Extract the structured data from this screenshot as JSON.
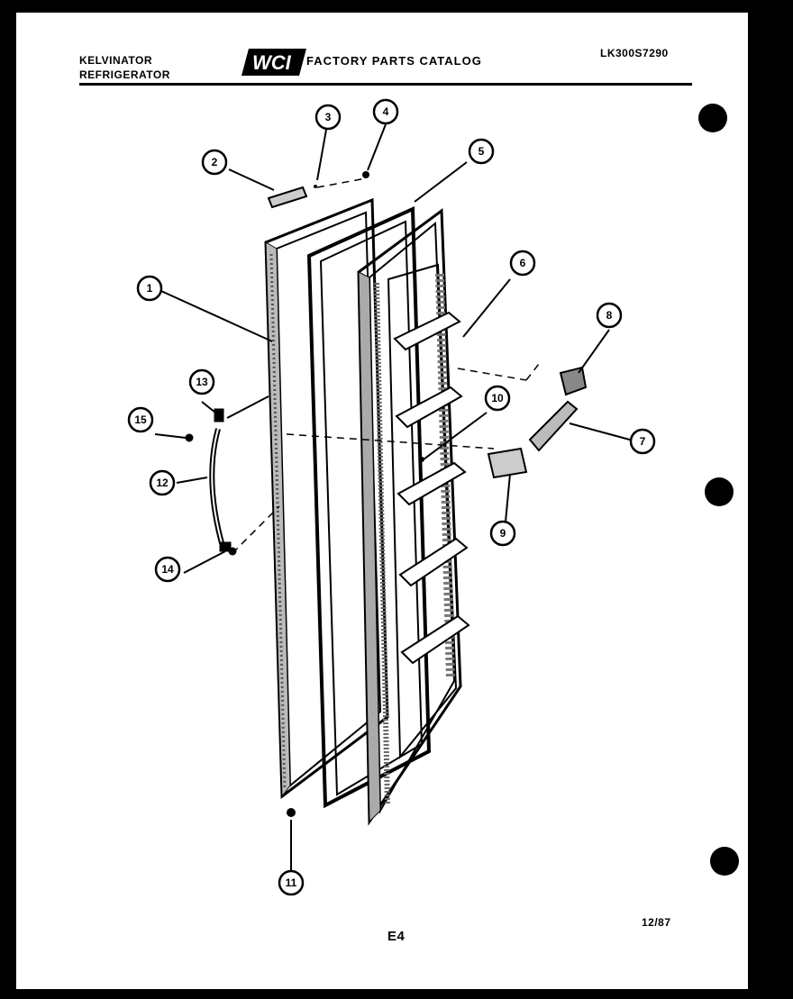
{
  "header": {
    "brand_line_1": "KELVINATOR",
    "brand_line_2": "REFRIGERATOR",
    "logo": "WCI",
    "catalog_title": "FACTORY PARTS CATALOG",
    "model_number": "LK300S7290"
  },
  "footer": {
    "page_code": "E4",
    "date": "12/87"
  },
  "callouts": [
    "1",
    "2",
    "3",
    "4",
    "5",
    "6",
    "7",
    "8",
    "9",
    "10",
    "11",
    "12",
    "13",
    "14",
    "15"
  ],
  "colors": {
    "ink": "#000000",
    "paper": "#ffffff"
  }
}
